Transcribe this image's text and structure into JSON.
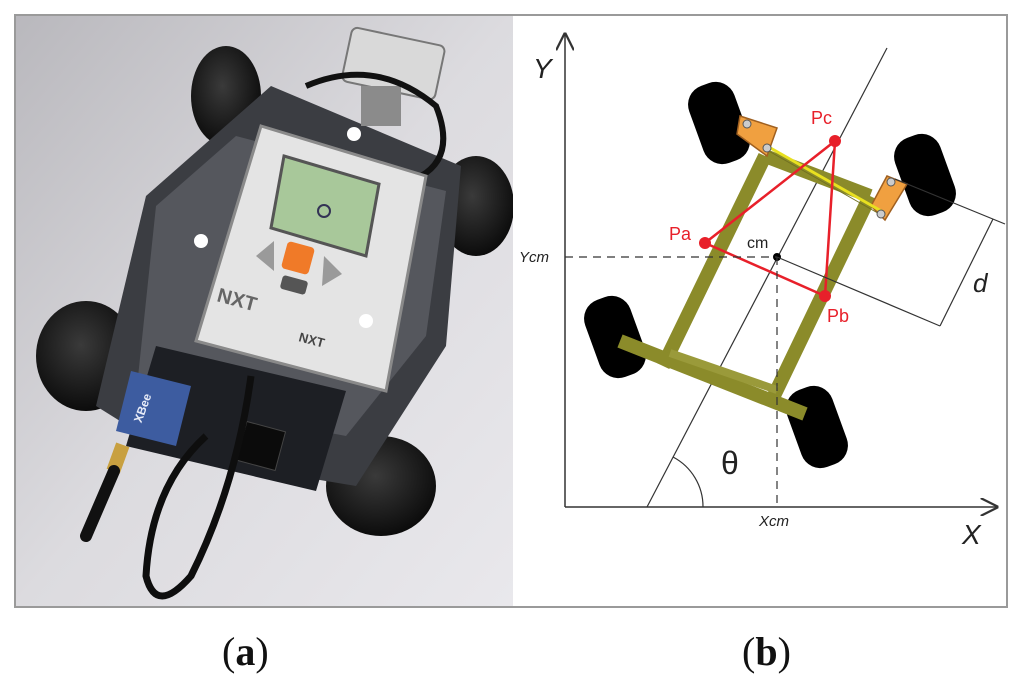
{
  "photo": {
    "brick_logo": "NXT",
    "brick_side_label": "NXT",
    "radio_module_label": "XBee"
  },
  "diagram": {
    "axis_y_label": "Y",
    "axis_x_label": "X",
    "ycm_label": "Ycm",
    "xcm_label": "Xcm",
    "cm_label": "cm",
    "pa_label": "Pa",
    "pb_label": "Pb",
    "pc_label": "Pc",
    "d_label": "d",
    "theta_label": "θ",
    "colors": {
      "chassis": "#8b8b2a",
      "points": "#e8202a",
      "steering": "#f0a040",
      "tie_rod": "#e8e020",
      "axes": "#333333"
    }
  },
  "captions": {
    "a_open": "(",
    "a_letter": "a",
    "a_close": ")",
    "b_open": "(",
    "b_letter": "b",
    "b_close": ")"
  }
}
